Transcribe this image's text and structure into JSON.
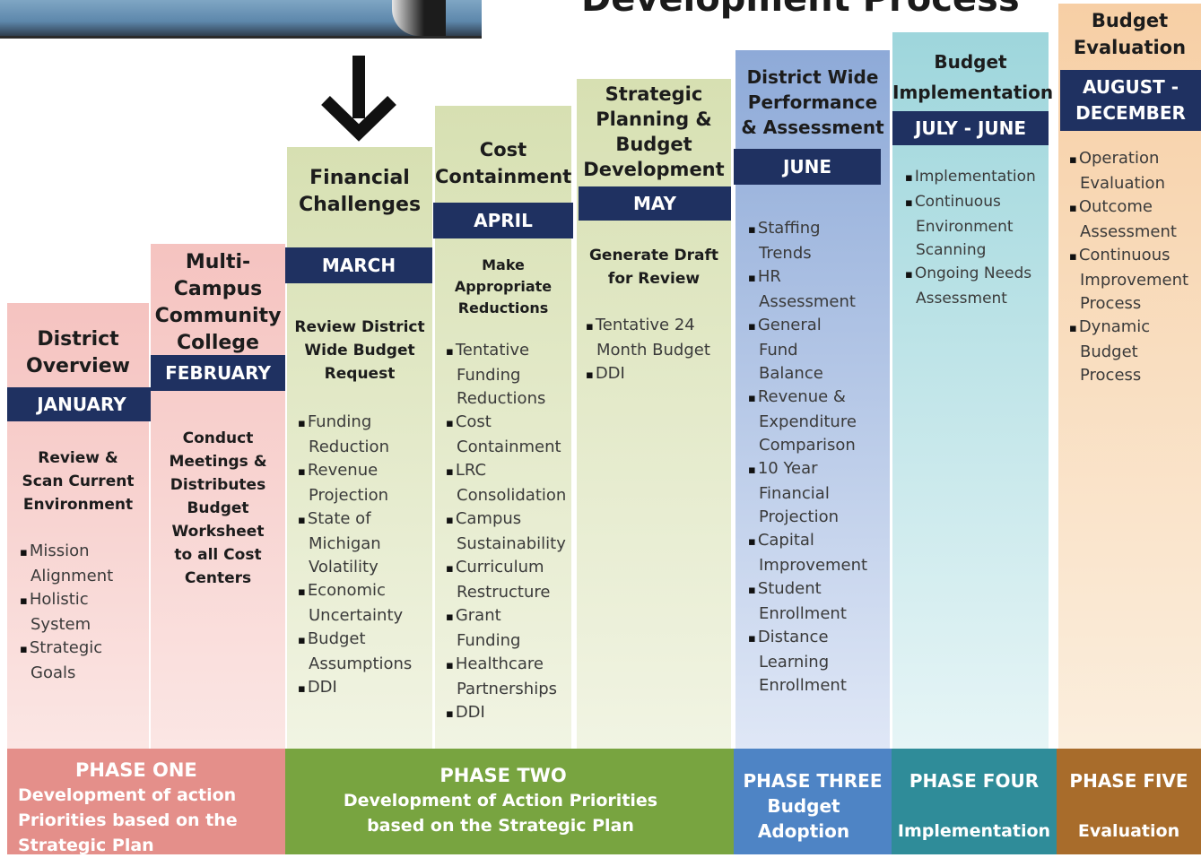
{
  "header": {
    "title": "Development Process"
  },
  "columns": [
    {
      "title": "District\nOverview",
      "month": "JANUARY",
      "description": "Review &\nScan Current\nEnvironment",
      "bullets": [
        "Mission\nAlignment",
        "Holistic\nSystem",
        "Strategic\nGoals"
      ]
    },
    {
      "title": "Multi-\nCampus\nCommunity\nCollege",
      "month": "FEBRUARY",
      "description": "Conduct\nMeetings &\nDistributes\nBudget\nWorksheet\nto all Cost\nCenters",
      "bullets": []
    },
    {
      "title": "Financial\nChallenges",
      "month": "MARCH",
      "description": "Review District\nWide Budget\nRequest",
      "bullets": [
        "Funding\nReduction",
        "Revenue\nProjection",
        "State of\nMichigan\nVolatility",
        "Economic\nUncertainty",
        "Budget\nAssumptions",
        "DDI"
      ]
    },
    {
      "title": "Cost\nContainment",
      "month": "APRIL",
      "description": "Make\nAppropriate\nReductions",
      "bullets": [
        "Tentative\nFunding\nReductions",
        "Cost\nContainment",
        "LRC\nConsolidation",
        "Campus\nSustainability",
        "Curriculum\nRestructure",
        "Grant\nFunding",
        "Healthcare\nPartnerships",
        "DDI"
      ]
    },
    {
      "title": "Strategic\nPlanning &\nBudget\nDevelopment",
      "month": "MAY",
      "description": "Generate Draft\nfor Review",
      "bullets": [
        "Tentative 24\nMonth Budget",
        "DDI"
      ]
    },
    {
      "title": "District Wide\nPerformance\n& Assessment",
      "month": "JUNE",
      "description": "",
      "bullets": [
        "Staffing\nTrends",
        "HR\nAssessment",
        "General\nFund\nBalance",
        "Revenue &\nExpenditure\nComparison",
        "10 Year\nFinancial\nProjection",
        "Capital\nImprovement",
        "Student\nEnrollment",
        "Distance\nLearning\nEnrollment"
      ]
    },
    {
      "title": "Budget\nImplementation",
      "month": "JULY - JUNE",
      "description": "",
      "bullets": [
        "Implementation",
        "Continuous\nEnvironment\nScanning",
        "Ongoing Needs\nAssessment"
      ]
    },
    {
      "title": "Budget\nEvaluation",
      "month": "AUGUST -\nDECEMBER",
      "description": "",
      "bullets": [
        "Operation\nEvaluation",
        "Outcome\nAssessment",
        "Continuous\nImprovement\nProcess",
        "Dynamic\nBudget\nProcess"
      ]
    }
  ],
  "phases": [
    {
      "title": "PHASE ONE",
      "subtitle": "Development of action\nPriorities based on the\nStrategic Plan"
    },
    {
      "title": "PHASE TWO",
      "subtitle": "Development of Action Priorities\nbased on the Strategic Plan"
    },
    {
      "title": "PHASE THREE",
      "subtitle": "Budget\nAdoption"
    },
    {
      "title": "PHASE FOUR",
      "subtitle": "Implementation"
    },
    {
      "title": "PHASE FIVE",
      "subtitle": "Evaluation"
    }
  ],
  "colors": {
    "month_bar": "#1f3161",
    "col1": "#f5c6c4",
    "col2": "#f5c6c4",
    "col3": "#dfe6c2",
    "col4": "#dfe6c2",
    "col5": "#dfe6c2",
    "col6": "#9fb6dc",
    "col7": "#a6dbe0",
    "col8": "#f8d6b0",
    "phase1": "#e38b86",
    "phase2": "#77a33f",
    "phase3": "#4f83c4",
    "phase4": "#2f8b98",
    "phase5": "#a76b2a"
  },
  "icons": {
    "arrow": "down-arrow-icon",
    "photo": "header-photo"
  }
}
